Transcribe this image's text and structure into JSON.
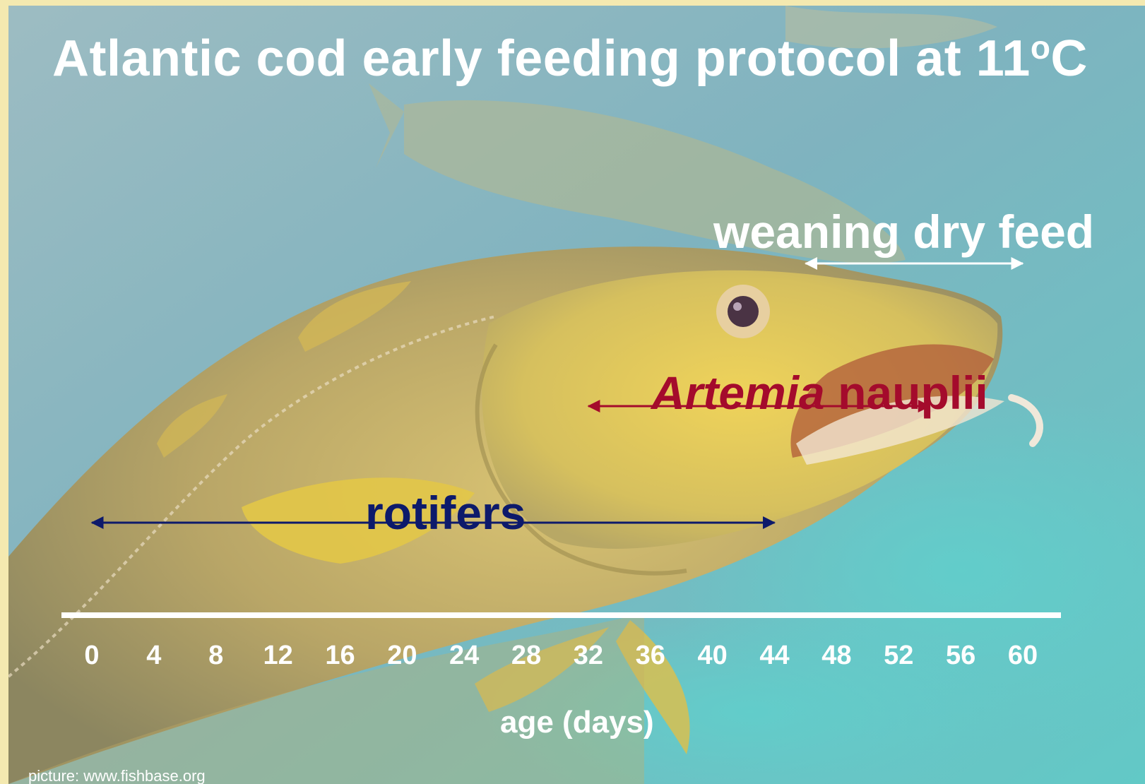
{
  "chart_data": {
    "type": "timeline",
    "title": "Atlantic cod early feeding protocol at 11",
    "title_unit": "C",
    "title_unit_superscript": "o",
    "xlabel": "age (days)",
    "x_ticks": [
      0,
      4,
      8,
      12,
      16,
      20,
      24,
      28,
      32,
      36,
      40,
      44,
      48,
      52,
      56,
      60
    ],
    "xlim": [
      0,
      60
    ],
    "phases": [
      {
        "label": "weaning dry feed",
        "start": 46,
        "end": 60,
        "color": "#ffffff"
      },
      {
        "label_italic": "Artemia",
        "label_rest": "nauplii",
        "start": 32,
        "end": 54,
        "color": "#a40b2c"
      },
      {
        "label": "rotifers",
        "start": 0,
        "end": 44,
        "color": "#0d1a6b"
      }
    ]
  },
  "credit": "picture: www.fishbase.org"
}
